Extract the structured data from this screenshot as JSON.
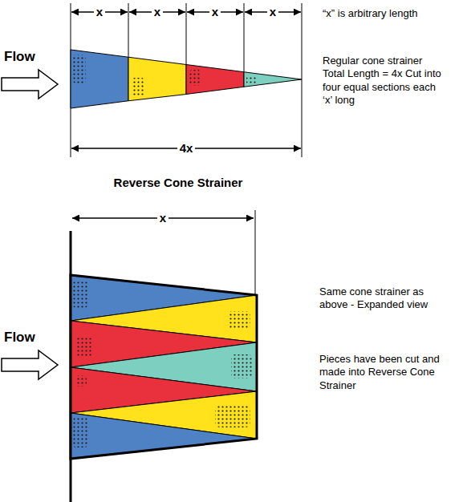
{
  "diagram": {
    "title": "Reverse Cone Strainer",
    "labels": [
      "x",
      "x",
      "x",
      "x",
      "“x” is arbitrary length",
      "Flow",
      "Regular cone strainer Total Length = 4x Cut into four equal sections each ‘x’ long",
      "4x",
      "x",
      "Flow",
      "Same cone strainer as above - Expanded view",
      "Pieces have been cut and made into Reverse Cone Strainer"
    ]
  }
}
